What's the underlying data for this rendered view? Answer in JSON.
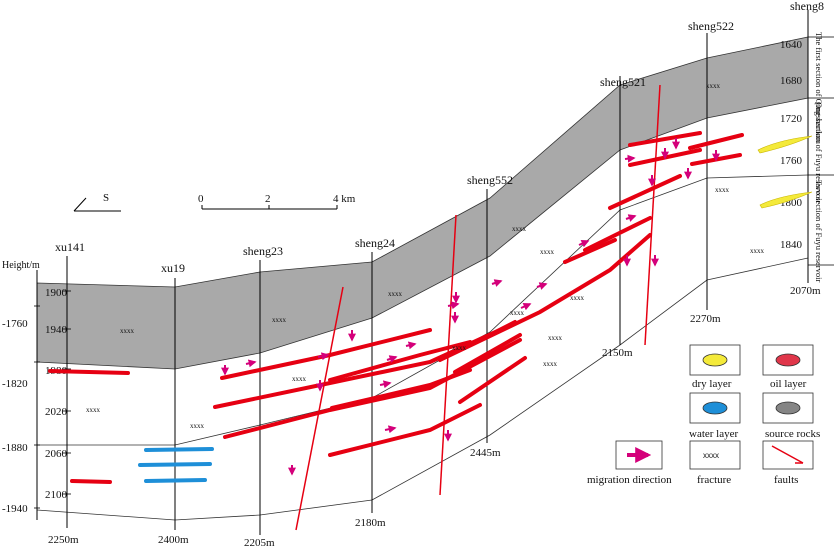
{
  "colors": {
    "source_rock": "#a9a9a9",
    "oil": "#e60012",
    "water": "#1e8fd8",
    "dry": "#f4ea3a",
    "migration": "#d4007a",
    "fault": "#e60012",
    "fracture": "#333333"
  },
  "compass": {
    "label": "S"
  },
  "scale": {
    "labels": [
      "0",
      "2",
      "4 km"
    ]
  },
  "height_axis": {
    "title": "Height/m",
    "left_ticks": [
      "-1760",
      "-1820",
      "-1880",
      "-1940"
    ],
    "depth_ticks": [
      "1900",
      "1940",
      "1980",
      "2020",
      "2060",
      "2100"
    ]
  },
  "right_axis": {
    "ticks": [
      "1640",
      "1680",
      "1720",
      "1760",
      "1800",
      "1840"
    ],
    "sections": [
      "The first section of Qingshankou",
      "One section of Fuyu reservoir",
      "Two section of Fuyu reservoir"
    ]
  },
  "wells": [
    {
      "name": "xu141",
      "td": "2250m"
    },
    {
      "name": "xu19",
      "td": "2400m"
    },
    {
      "name": "sheng23",
      "td": "2205m"
    },
    {
      "name": "sheng24",
      "td": "2180m"
    },
    {
      "name": "sheng552",
      "td": "2445m"
    },
    {
      "name": "sheng521",
      "td": "2150m"
    },
    {
      "name": "sheng522",
      "td": "2270m"
    },
    {
      "name": "sheng8",
      "td": "2070m"
    }
  ],
  "legend": {
    "dry_layer": "dry layer",
    "oil_layer": "oil layer",
    "water_layer": "water layer",
    "source_rocks": "source rocks",
    "migration_direction": "migration direction",
    "fracture": "fracture",
    "faults": "faults",
    "fracture_symbol": "xxxx"
  }
}
